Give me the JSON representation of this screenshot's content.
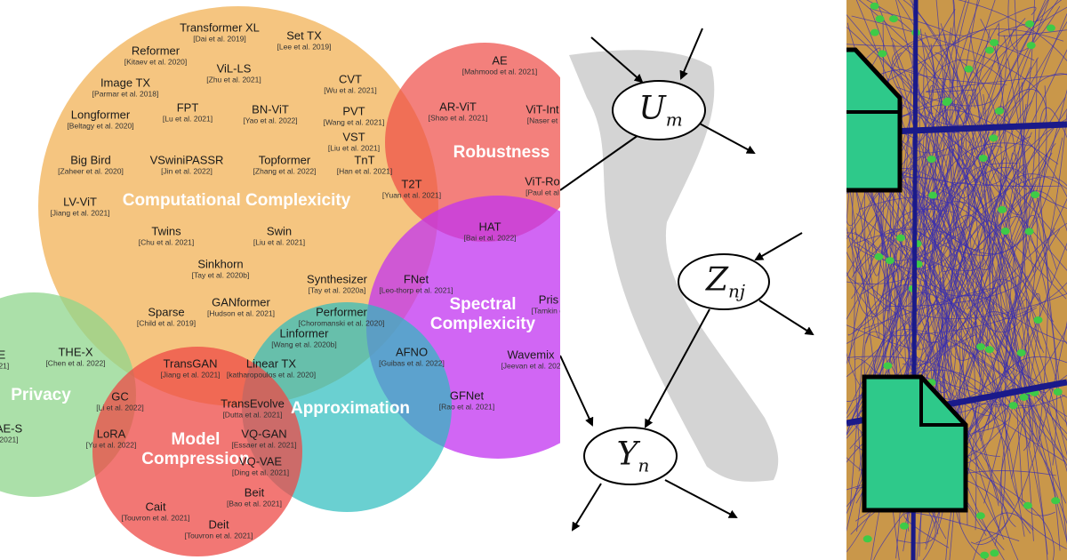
{
  "venn": {
    "clusters": {
      "computational": "Computational Complexicity",
      "robustness": "Robustness",
      "spectral": "Spectral Complexicity",
      "privacy": "Privacy",
      "approximation": "Approximation",
      "compression": "Model Compression"
    },
    "items": [
      {
        "name": "Transformer XL",
        "cite": "[Dai et al. 2019]"
      },
      {
        "name": "Set TX",
        "cite": "[Lee et al. 2019]"
      },
      {
        "name": "Reformer",
        "cite": "[Kitaev et al. 2020]"
      },
      {
        "name": "ViL-LS",
        "cite": "[Zhu et al. 2021]"
      },
      {
        "name": "Image TX",
        "cite": "[Parmar et al. 2018]"
      },
      {
        "name": "CVT",
        "cite": "[Wu et al. 2021]"
      },
      {
        "name": "FPT",
        "cite": "[Lu et al. 2021]"
      },
      {
        "name": "BN-ViT",
        "cite": "[Yao et al. 2022]"
      },
      {
        "name": "PVT",
        "cite": "[Wang et al. 2021]"
      },
      {
        "name": "Longformer",
        "cite": "[Beltagy et al. 2020]"
      },
      {
        "name": "VST",
        "cite": "[Liu et al. 2021]"
      },
      {
        "name": "Big Bird",
        "cite": "[Zaheer et al. 2020]"
      },
      {
        "name": "VSwiniPASSR",
        "cite": "[Jin et al. 2022]"
      },
      {
        "name": "Topformer",
        "cite": "[Zhang et al. 2022]"
      },
      {
        "name": "TnT",
        "cite": "[Han et al. 2021]"
      },
      {
        "name": "LV-ViT",
        "cite": "[Jiang et al. 2021]"
      },
      {
        "name": "Twins",
        "cite": "[Chu et al. 2021]"
      },
      {
        "name": "Swin",
        "cite": "[Liu et al. 2021]"
      },
      {
        "name": "Sinkhorn",
        "cite": "[Tay et al. 2020b]"
      },
      {
        "name": "Synthesizer",
        "cite": "[Tay et al. 2020a]"
      },
      {
        "name": "GANformer",
        "cite": "[Hudson et al. 2021]"
      },
      {
        "name": "Sparse",
        "cite": "[Child et al. 2019]"
      },
      {
        "name": "Performer",
        "cite": "[Choromanski et al. 2020]"
      },
      {
        "name": "Linformer",
        "cite": "[Wang et al. 2020b]"
      },
      {
        "name": "TransGAN",
        "cite": "[Jiang et al. 2021]"
      },
      {
        "name": "Linear TX",
        "cite": "[katharopoulos et al. 2020]"
      },
      {
        "name": "AE",
        "cite": "[Mahmood et al. 2021]"
      },
      {
        "name": "AR-ViT",
        "cite": "[Shao et al. 2021]"
      },
      {
        "name": "ViT-Int",
        "cite": "[Naser et"
      },
      {
        "name": "T2T",
        "cite": "[Yuan et al. 2021]"
      },
      {
        "name": "ViT-Ro",
        "cite": "[Paul et al"
      },
      {
        "name": "HAT",
        "cite": "[Bai et al. 2022]"
      },
      {
        "name": "FNet",
        "cite": "[Leo-thorp et al. 2021]"
      },
      {
        "name": "Pris",
        "cite": "[Tamkin et"
      },
      {
        "name": "AFNO",
        "cite": "[Guibas et al. 2022]"
      },
      {
        "name": "Wavemix",
        "cite": "[Jeevan et al. 202"
      },
      {
        "name": "GFNet",
        "cite": "[Rao et al. 2021]"
      },
      {
        "name": "E",
        "cite": "021]"
      },
      {
        "name": "THE-X",
        "cite": "[Chen et al. 2022]"
      },
      {
        "name": "GC",
        "cite": "[Li et al. 2022]"
      },
      {
        "name": "AE-S",
        "cite": "2021]"
      },
      {
        "name": "LoRA",
        "cite": "[Yu et al. 2022]"
      },
      {
        "name": "TransEvolve",
        "cite": "[Dutta et al. 2021]"
      },
      {
        "name": "VQ-GAN",
        "cite": "[Essaer et al. 2021]"
      },
      {
        "name": "VQ-VAE",
        "cite": "[Ding et al. 2021]"
      },
      {
        "name": "Beit",
        "cite": "[Bao et al. 2021]"
      },
      {
        "name": "Cait",
        "cite": "[Touvron et al. 2021]"
      },
      {
        "name": "Deit",
        "cite": "[Touvron et al. 2021]"
      }
    ]
  },
  "dag": {
    "nodes": [
      {
        "name": "U",
        "sub": "m"
      },
      {
        "name": "Z",
        "sub": "nj"
      },
      {
        "name": "Y",
        "sub": "n"
      }
    ]
  },
  "graph": {
    "colors": {
      "background": "#c9974a",
      "edges": "#3a2fb0",
      "nodes": "#3ecb47",
      "document": "#2ec98a",
      "outline": "#000000"
    },
    "icons": [
      "document-icon",
      "document-icon"
    ]
  }
}
